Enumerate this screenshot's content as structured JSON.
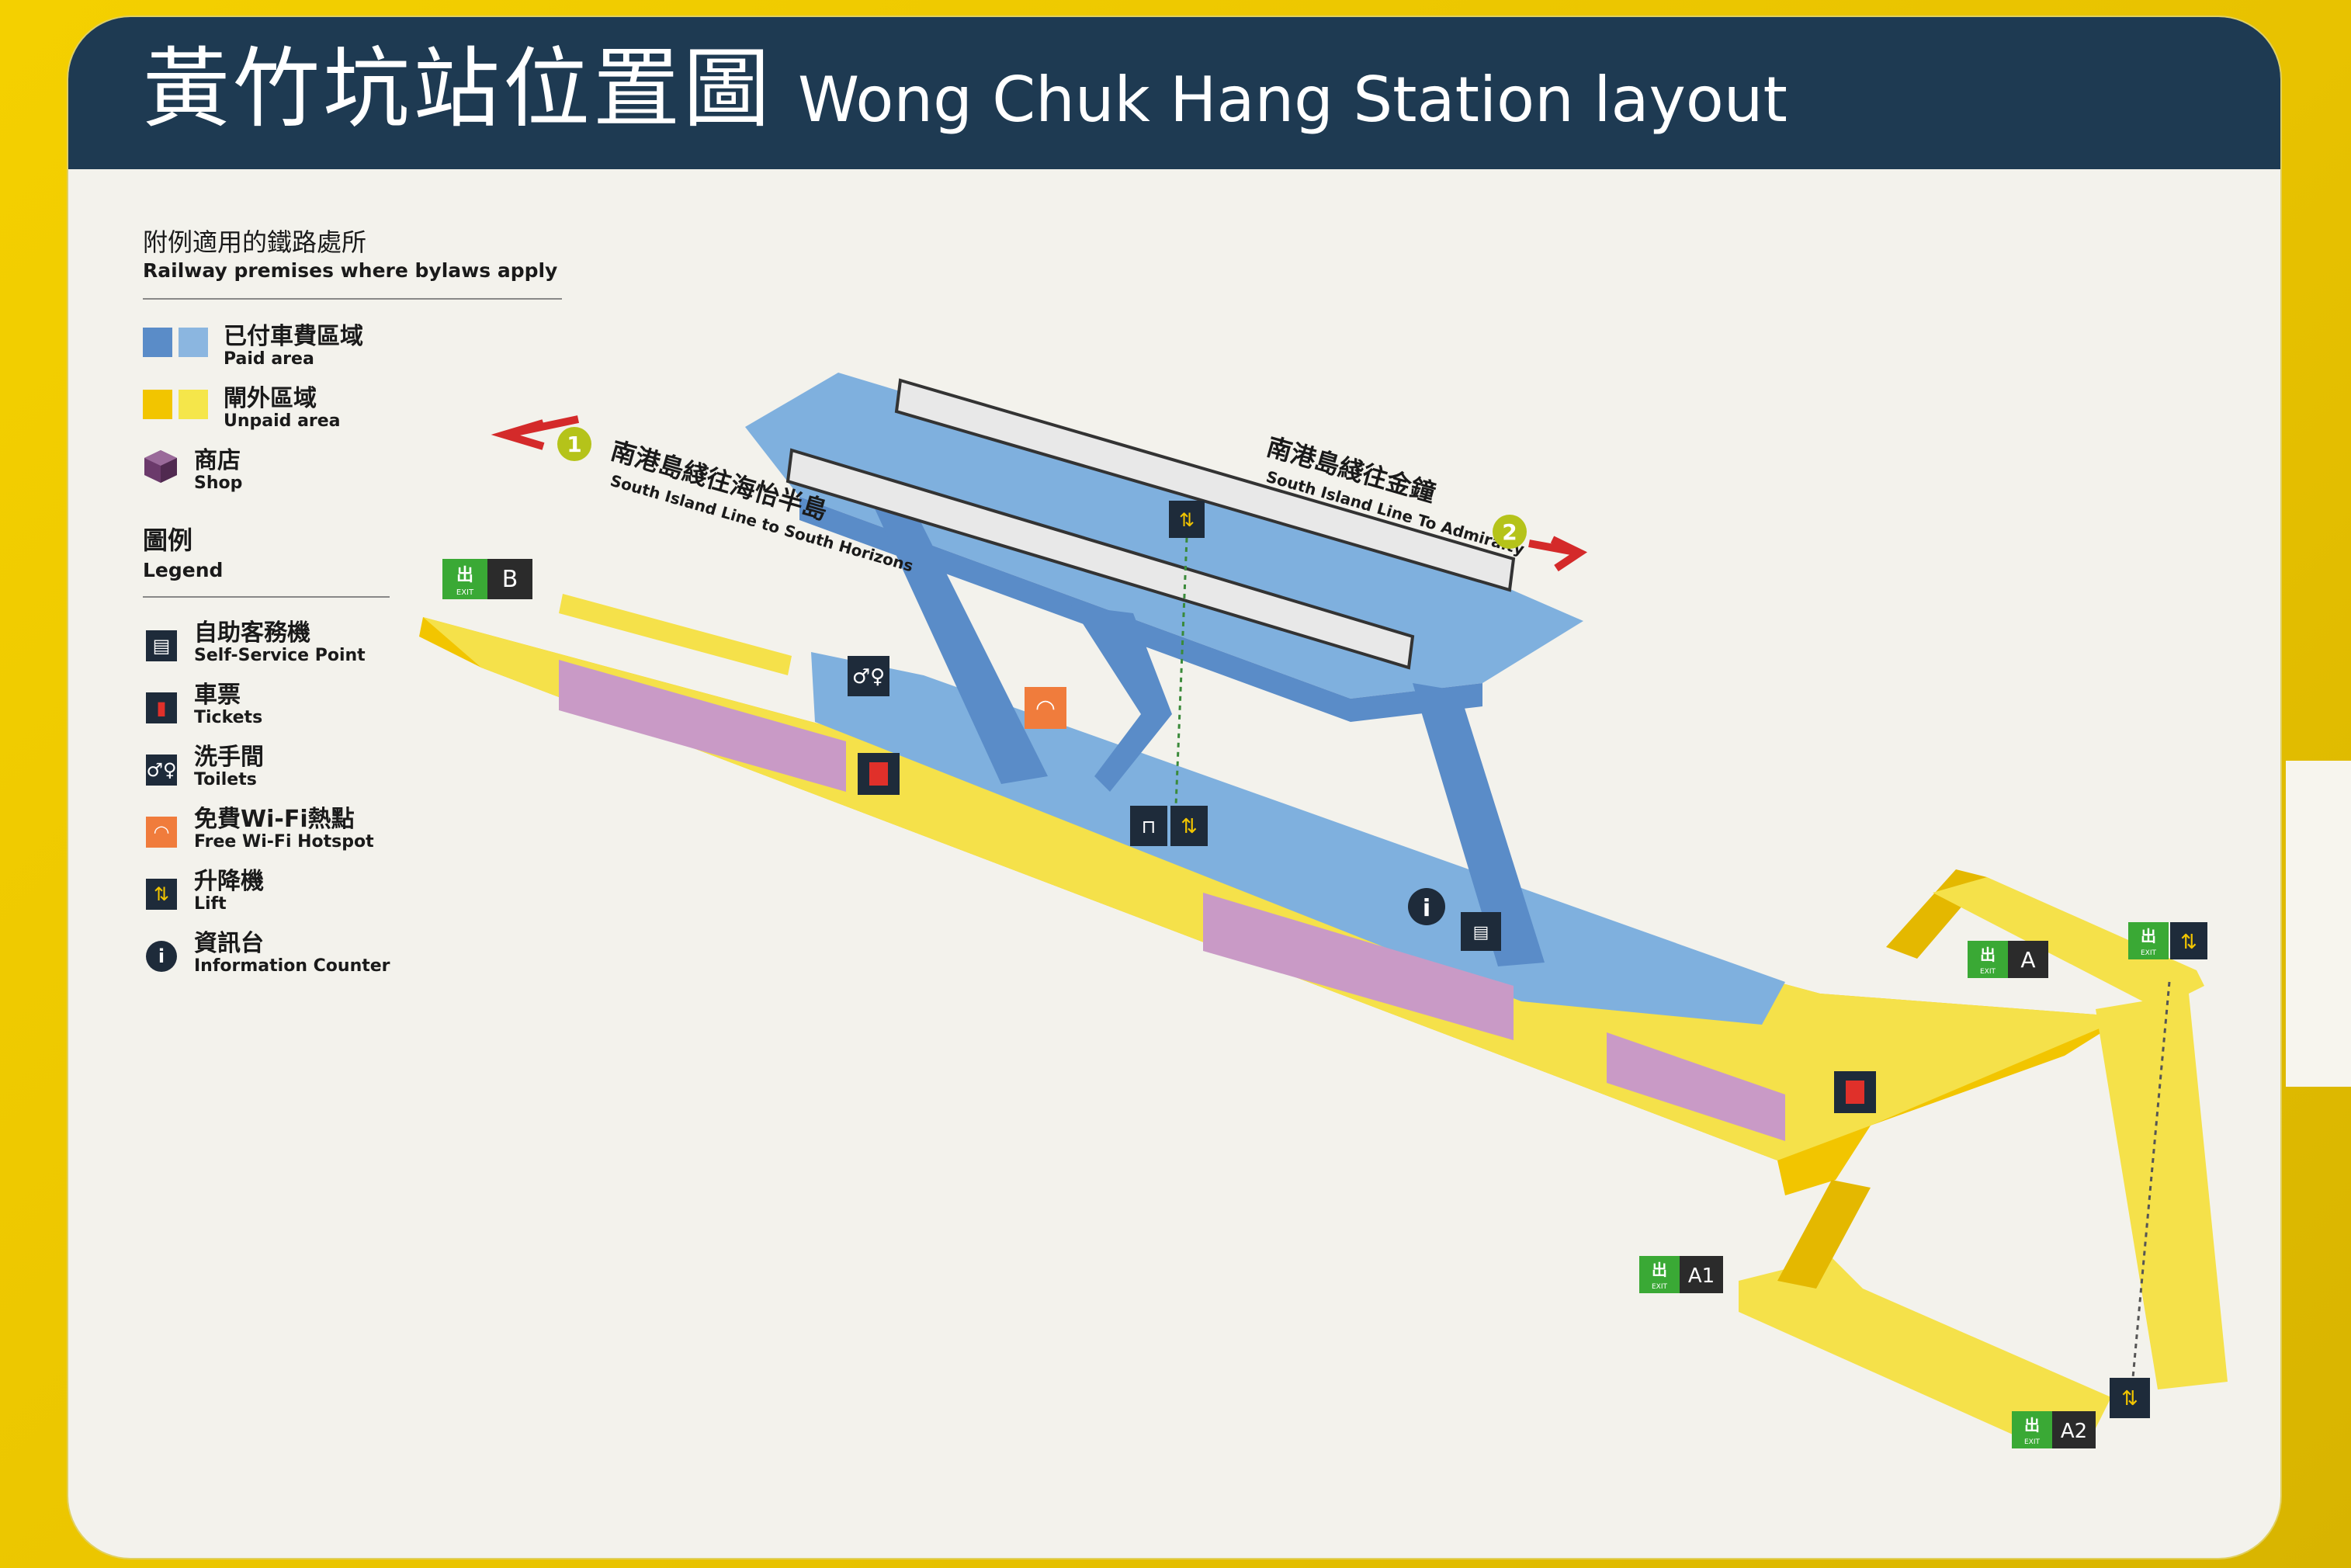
{
  "title": {
    "zh": "黃竹坑站位置圖",
    "en": "Wong Chuk Hang Station layout"
  },
  "legend": {
    "bylaws": {
      "zh": "附例適用的鐵路處所",
      "en": "Railway premises where bylaws apply"
    },
    "paid": {
      "zh": "已付車費區域",
      "en": "Paid area"
    },
    "unpaid": {
      "zh": "閘外區域",
      "en": "Unpaid area"
    },
    "shop": {
      "zh": "商店",
      "en": "Shop"
    },
    "legend_heading": {
      "zh": "圖例",
      "en": "Legend"
    },
    "items": [
      {
        "icon": "self-service-icon",
        "zh": "自助客務機",
        "en": "Self-Service Point"
      },
      {
        "icon": "ticket-icon",
        "zh": "車票",
        "en": "Tickets"
      },
      {
        "icon": "toilet-icon",
        "zh": "洗手間",
        "en": "Toilets"
      },
      {
        "icon": "wifi-icon",
        "zh": "免費Wi-Fi熱點",
        "en": "Free Wi-Fi Hotspot"
      },
      {
        "icon": "lift-icon",
        "zh": "升降機",
        "en": "Lift"
      },
      {
        "icon": "info-icon",
        "zh": "資訊台",
        "en": "Information Counter"
      }
    ]
  },
  "platforms": {
    "p1": {
      "number": "1",
      "zh": "南港島綫往海怡半島",
      "en": "South Island Line to South Horizons"
    },
    "p2": {
      "number": "2",
      "zh": "南港島綫往金鐘",
      "en": "South Island Line To Admiralty"
    }
  },
  "exits": {
    "b": {
      "chu": "出",
      "exit": "EXIT",
      "letter": "B"
    },
    "a": {
      "chu": "出",
      "exit": "EXIT",
      "letter": "A"
    },
    "a1": {
      "chu": "出",
      "exit": "EXIT",
      "letter": "A1"
    },
    "a2": {
      "chu": "出",
      "exit": "EXIT",
      "letter": "A2"
    },
    "lift_exit": {
      "chu": "出",
      "exit": "EXIT"
    }
  },
  "colors": {
    "header": "#1e3a52",
    "paid_dark": "#5a8cc8",
    "paid_light": "#8bb6e0",
    "unpaid_dark": "#f2c500",
    "unpaid_light": "#f5e64a",
    "shop": "#c99ac6",
    "arrow_red": "#d42a2a",
    "platform_badge": "#b5c31a",
    "exit_green": "#3aa935",
    "wifi": "#f07c3c"
  }
}
